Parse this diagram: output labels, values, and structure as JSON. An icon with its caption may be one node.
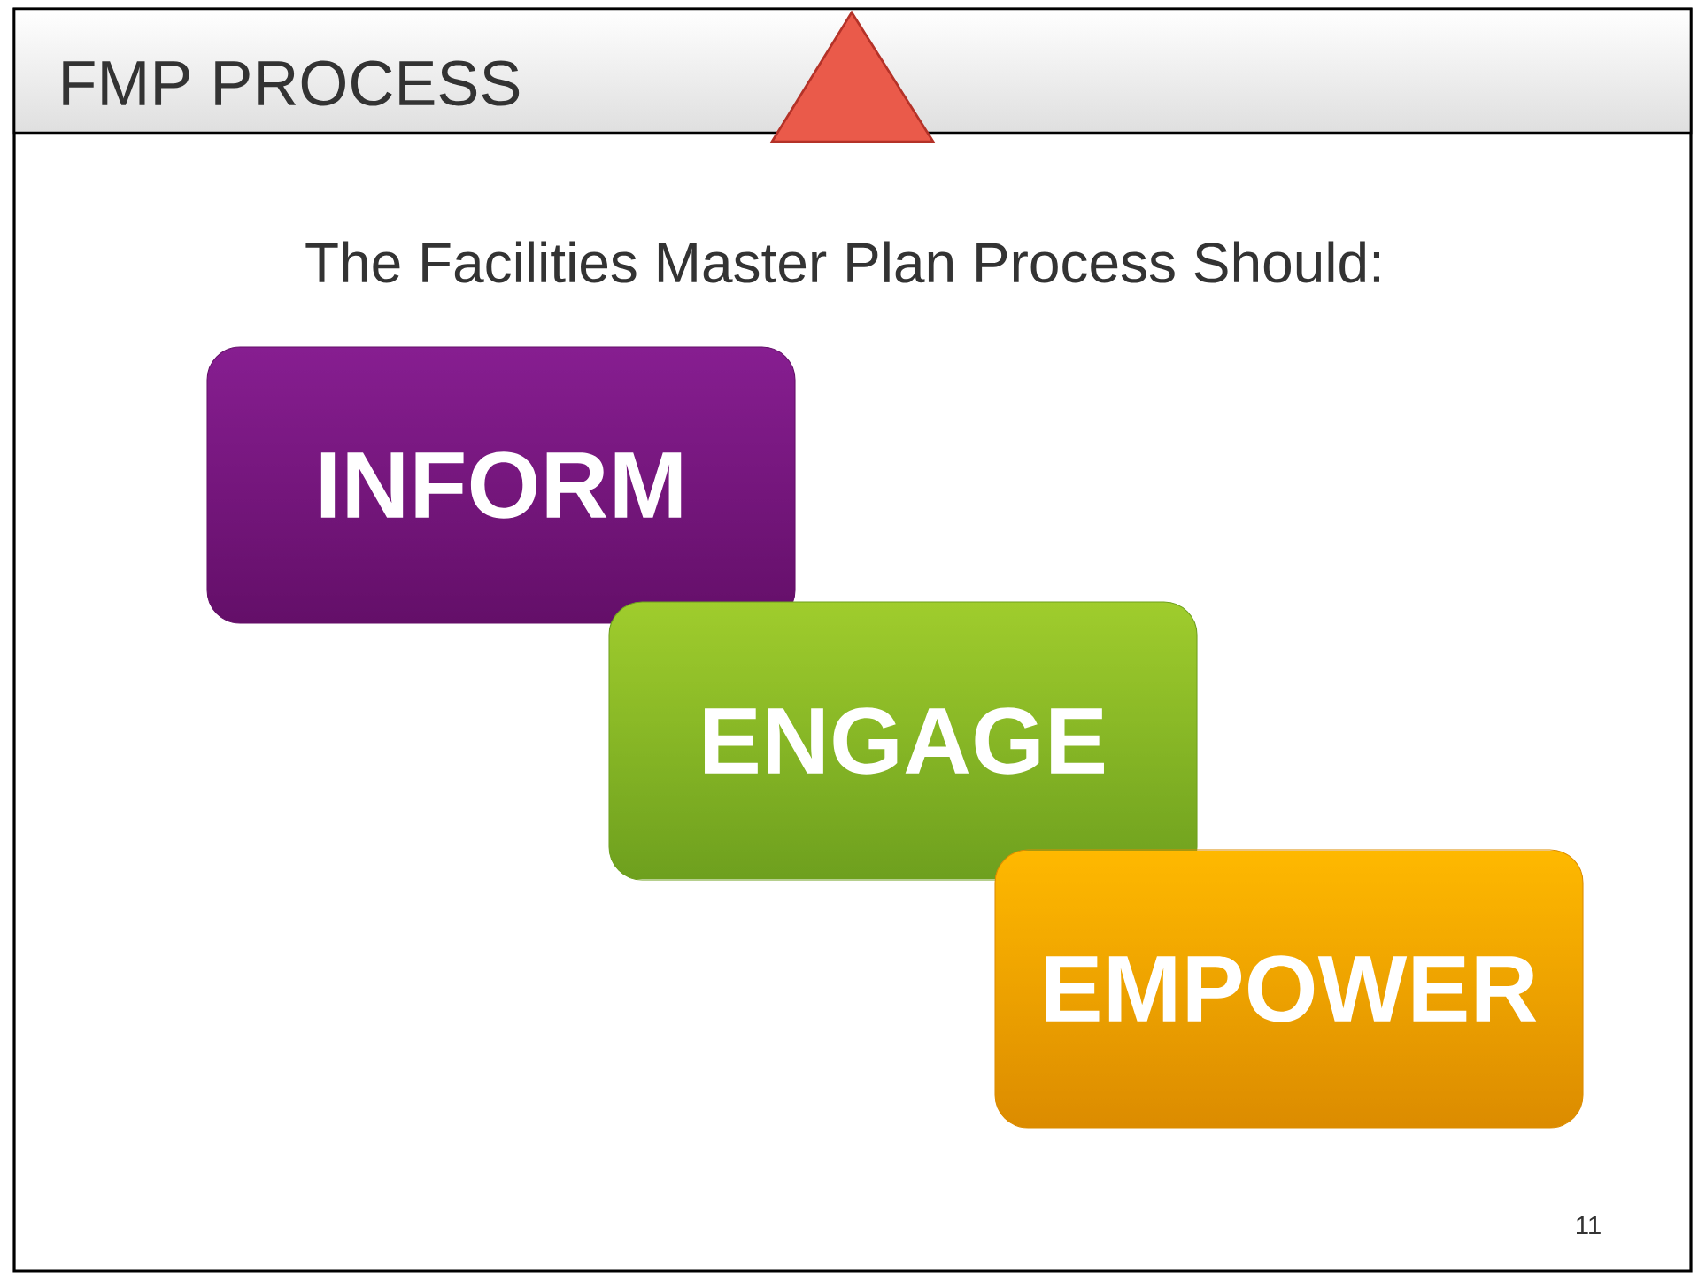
{
  "diagram": {
    "title": "FMP PROCESS",
    "nodes": [
      {
        "text": [
          "INFORM"
        ]
      },
      {
        "text": [
          "ENGAGE"
        ]
      },
      {
        "text": [
          "EMPOWER"
        ]
      }
    ],
    "labels": [
      "The Facilities Master Plan Process Should:",
      "11"
    ]
  }
}
